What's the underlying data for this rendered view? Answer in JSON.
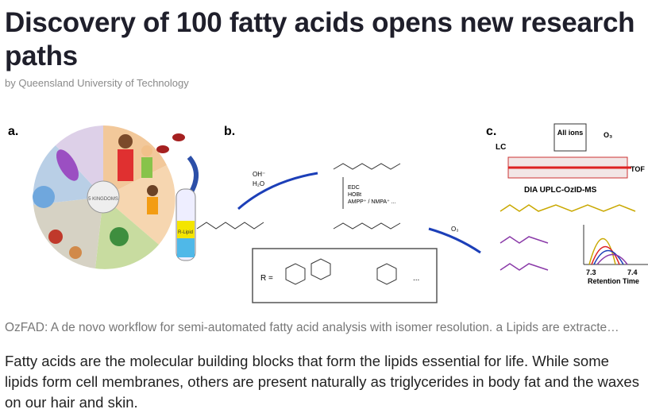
{
  "article": {
    "title": "Discovery of 100 fatty acids opens new research paths",
    "byline": "by Queensland University of Technology",
    "caption": "OzFAD: A de novo workflow for semi-automated fatty acid analysis with isomer resolution. a Lipids are extracte…",
    "body": "Fatty acids are the molecular building blocks that form the lipids essential for life. While some lipids form cell membranes, others are present naturally as triglycerides in body fat and the waxes on our hair and skin."
  },
  "figure": {
    "panel_a": "a.",
    "panel_b": "b.",
    "panel_c": "c.",
    "kingdoms": "5 KINGDOMS",
    "lipid_label": "R-Lipid",
    "reagent1": "OH⁻",
    "reagent2": "H₂O",
    "edc": "EDC",
    "hobt": "HOBt",
    "ampp": "AMPP⁺ / NMPA⁺ ...",
    "r_equals": "R =",
    "ellipsis": "...",
    "ozone": "O₃",
    "lc": "LC",
    "all_ions": "All ions",
    "o3_top": "O₃",
    "tof": "TOF",
    "method": "DIA UPLC-OzID-MS",
    "rt1": "7.3",
    "rt2": "7.4",
    "rt_label": "Retention Time",
    "colors": {
      "blue_arrow": "#1c3fb8",
      "purple": "#8a3aa8",
      "yellow_chain": "#c9a800",
      "red": "#d22"
    }
  }
}
